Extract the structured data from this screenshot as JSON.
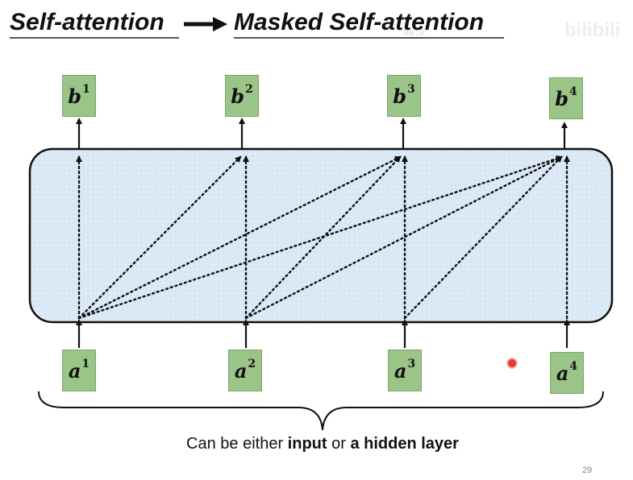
{
  "title": {
    "left": "Self-attention",
    "right": "Masked Self-attention"
  },
  "watermark": {
    "text": "00:0",
    "logo": "bilibili"
  },
  "outputs": [
    {
      "letter": "b",
      "index": "1"
    },
    {
      "letter": "b",
      "index": "2"
    },
    {
      "letter": "b",
      "index": "3"
    },
    {
      "letter": "b",
      "index": "4"
    }
  ],
  "inputs": [
    {
      "letter": "a",
      "index": "1"
    },
    {
      "letter": "a",
      "index": "2"
    },
    {
      "letter": "a",
      "index": "3"
    },
    {
      "letter": "a",
      "index": "4"
    }
  ],
  "caption": {
    "prefix": "Can be either ",
    "input": "input",
    "middle": " or ",
    "hidden": "a hidden layer"
  },
  "page_number": "29",
  "colors": {
    "node_fill": "#9bc489",
    "block_fill": "#dbe9f6",
    "line": "#111111"
  }
}
